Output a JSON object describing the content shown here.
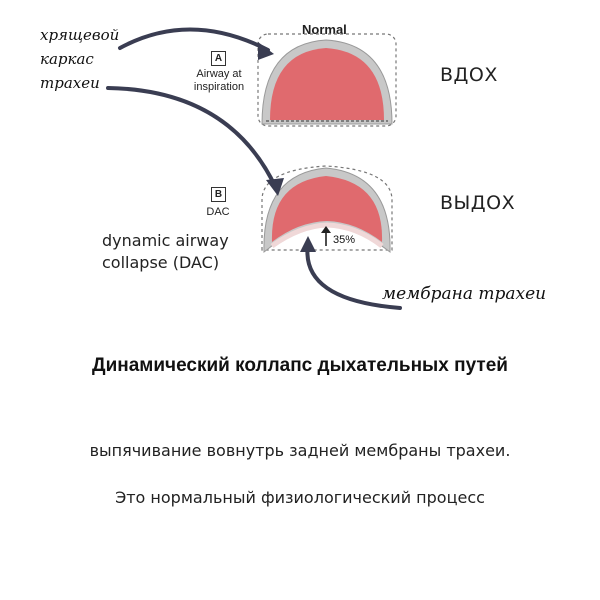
{
  "annotations": {
    "cartilage_line1": "хрящевой",
    "cartilage_line2": "каркас",
    "cartilage_line3": "трахеи",
    "membrane": "мембрана трахеи",
    "dac_line1": "dynamic airway",
    "dac_line2": "collapse (DAC)"
  },
  "figure": {
    "title": "Normal",
    "panel_a": {
      "letter": "A",
      "label_line1": "Airway at",
      "label_line2": "inspiration",
      "phase": "ВДОХ"
    },
    "panel_b": {
      "letter": "B",
      "label": "DAC",
      "phase": "ВЫДОХ",
      "collapse_label": "35%"
    }
  },
  "colors": {
    "lumen": "#e06a6e",
    "wall": "#c8c8c8",
    "arrow": "#3a3d52"
  },
  "text": {
    "headline": "Динамический коллапс дыхательных путей",
    "line1": "выпячивание вовнутрь задней мембраны трахеи.",
    "line2": "Это нормальный физиологический процесс"
  }
}
